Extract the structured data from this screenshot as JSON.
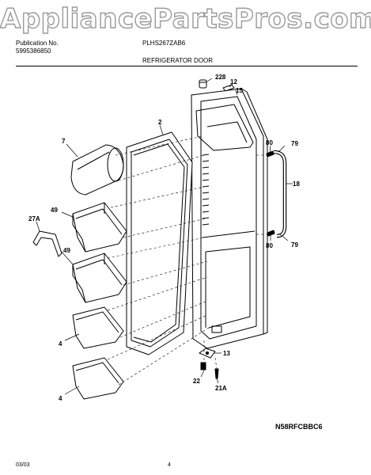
{
  "watermark": "AppliancePartsPros.com",
  "header": {
    "publication_label": "Publication No.",
    "publication_number": "5995386850",
    "model": "PLHS267ZAB6",
    "section_title": "REFRIGERATOR DOOR"
  },
  "callouts": {
    "c228": "228",
    "c12": "12",
    "c15": "15",
    "c2": "2",
    "c7": "7",
    "c80a": "80",
    "c79a": "79",
    "c18": "18",
    "c80b": "80",
    "c79b": "79",
    "c49a": "49",
    "c27a": "27A",
    "c49b": "49",
    "c4a": "4",
    "c4b": "4",
    "c13": "13",
    "c22": "22",
    "c21a": "21A"
  },
  "footer": {
    "drawing_code": "N58RFCBBC6",
    "date": "03/03",
    "page_number": "4"
  }
}
